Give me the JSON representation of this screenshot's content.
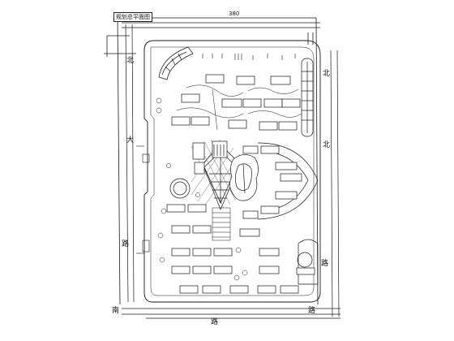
{
  "title_block": {
    "label": "规划总平面图"
  },
  "dimension": {
    "top": "380"
  },
  "road_labels": {
    "west_north": "北",
    "west_mid": "大",
    "west_south": "路",
    "east_north": "北",
    "east_mid": "北",
    "east_south": "路",
    "south_west": "南",
    "south_mid": "路",
    "south_east": "路"
  },
  "colors": {
    "line": "#1a1a1a",
    "fill": "#ffffff",
    "hatch": "#333333"
  }
}
